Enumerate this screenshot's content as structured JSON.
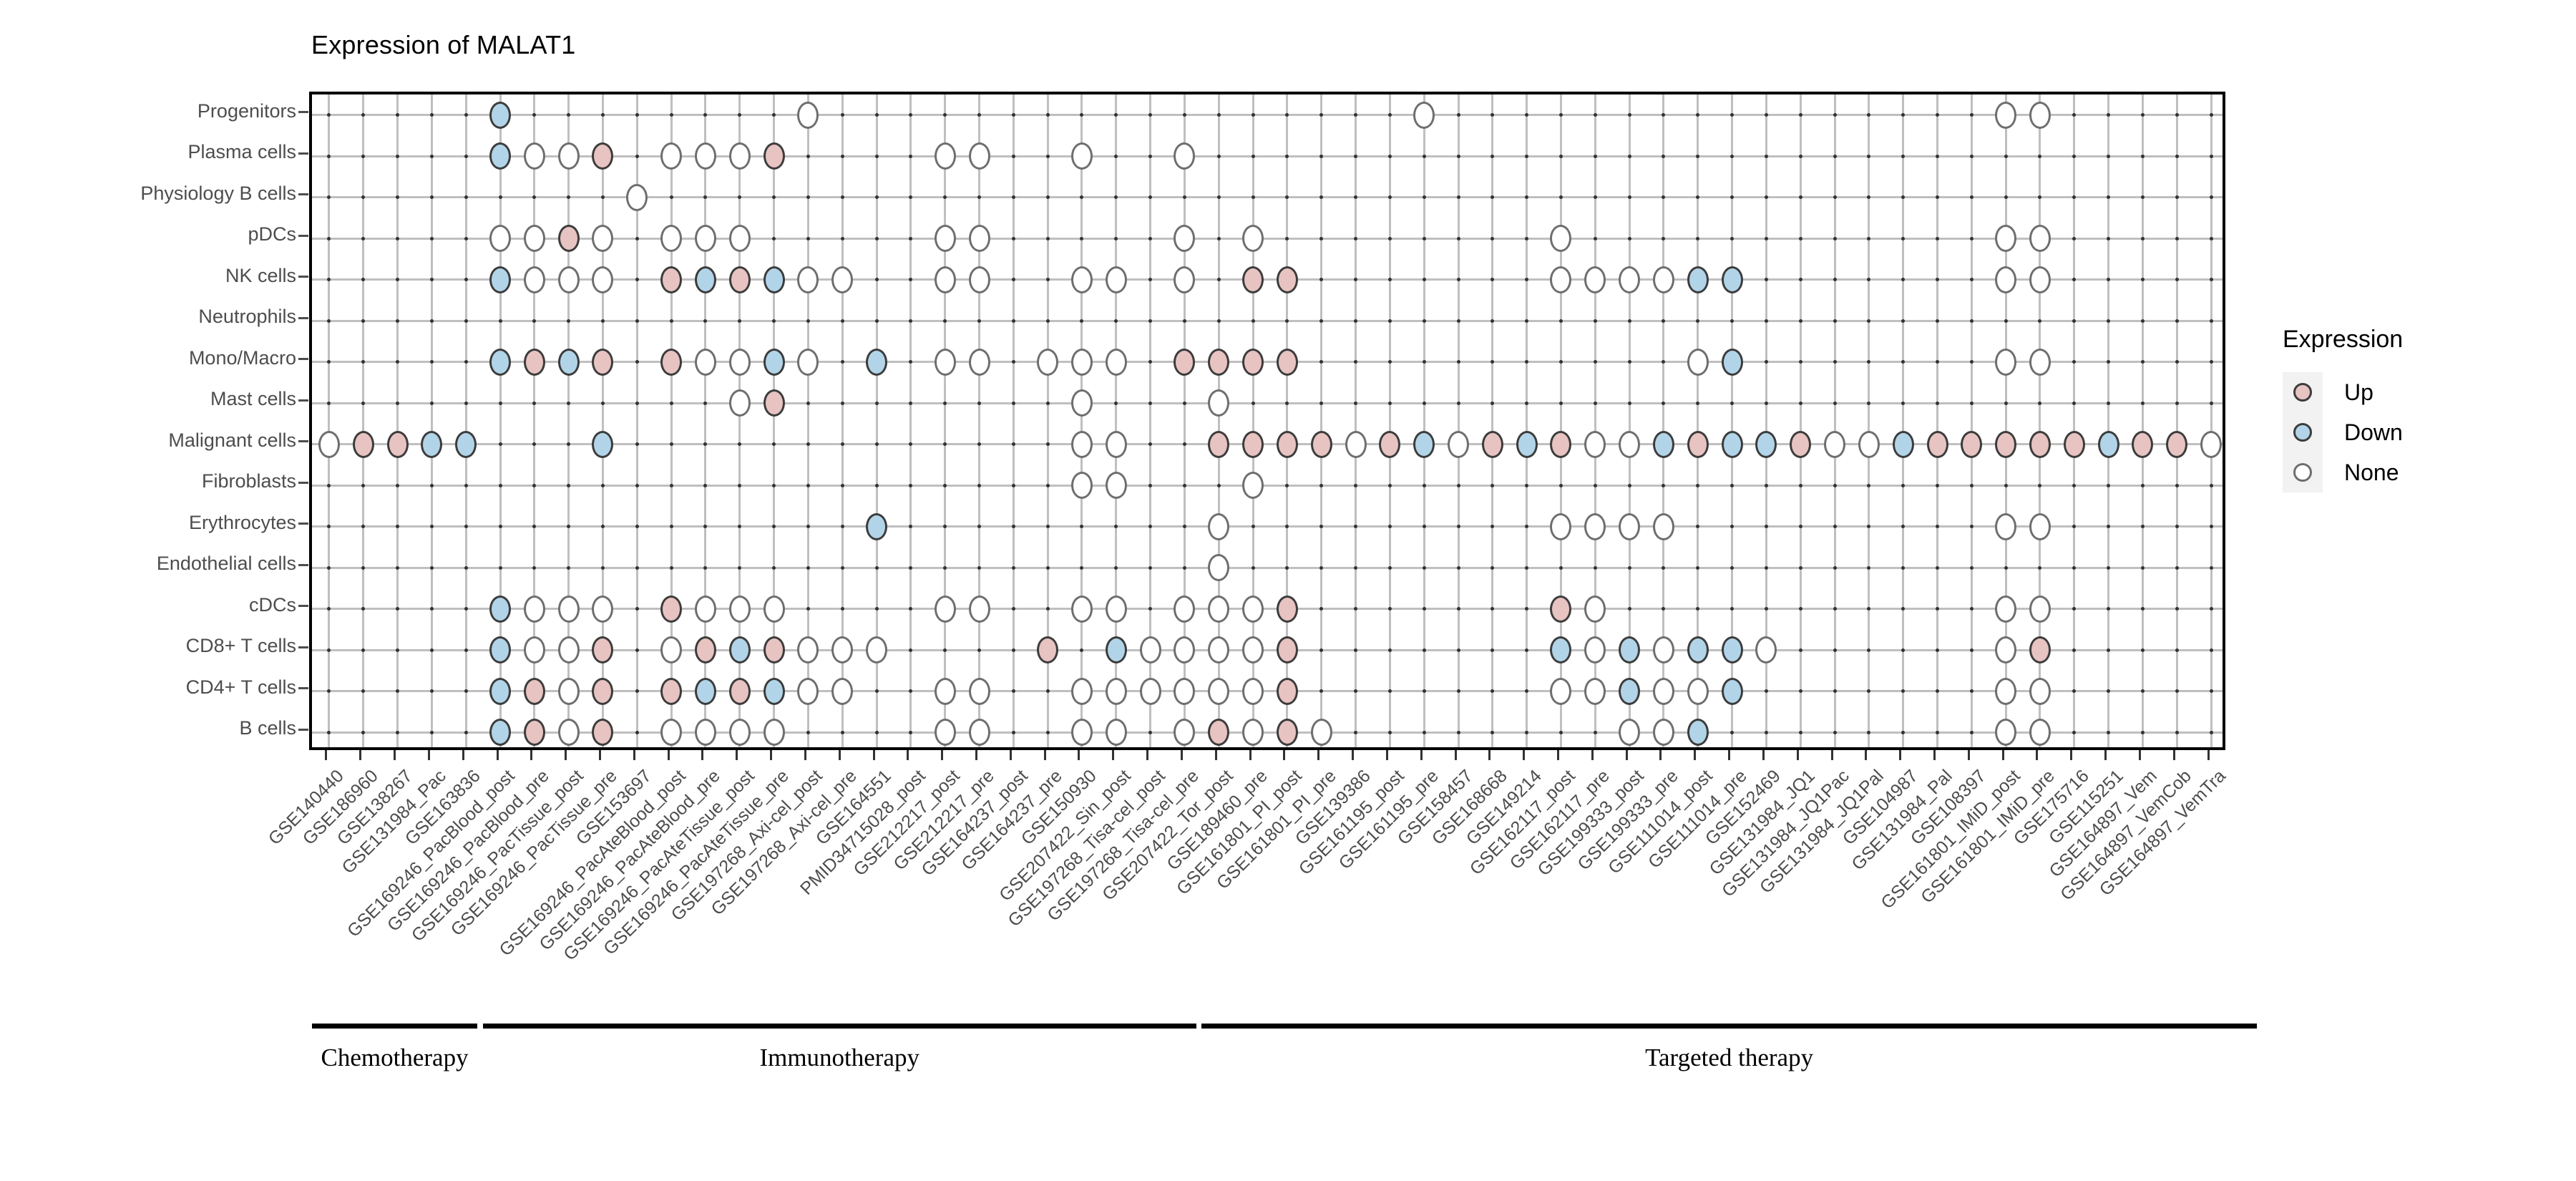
{
  "title": "Expression of MALAT1",
  "legend": {
    "title": "Expression",
    "items": [
      {
        "label": "Up",
        "color": "#e7c3c1",
        "key": "up"
      },
      {
        "label": "Down",
        "color": "#b2d4e8",
        "key": "down"
      },
      {
        "label": "None",
        "color": "#ffffff",
        "key": "none"
      }
    ]
  },
  "groups": [
    {
      "label": "Chemotherapy",
      "start": 0,
      "end": 4
    },
    {
      "label": "Immunotherapy",
      "start": 5,
      "end": 25
    },
    {
      "label": "Targeted therapy",
      "start": 26,
      "end": 56
    }
  ],
  "chart_data": {
    "type": "heatmap",
    "title": "Expression of MALAT1",
    "xlabel": "",
    "ylabel": "",
    "grid": true,
    "legend_position": "right",
    "value_labels": {
      "1": "Up",
      "-1": "Down",
      "0": "None"
    },
    "colors": {
      "Up": "#e7c3c1",
      "Down": "#b2d4e8",
      "None": "#ffffff"
    },
    "categories": [
      "GSE140440",
      "GSE186960",
      "GSE138267",
      "GSE131984_Pac",
      "GSE163836",
      "GSE169246_PacBlood_post",
      "GSE169246_PacBlood_pre",
      "GSE169246_PacTissue_post",
      "GSE169246_PacTissue_pre",
      "GSE153697",
      "GSE169246_PacAteBlood_post",
      "GSE169246_PacAteBlood_pre",
      "GSE169246_PacAteTissue_post",
      "GSE169246_PacAteTissue_pre",
      "GSE197268_Axi-cel_post",
      "GSE197268_Axi-cel_pre",
      "GSE164551",
      "PMID34715028_post",
      "GSE212217_post",
      "GSE212217_pre",
      "GSE164237_post",
      "GSE164237_pre",
      "GSE150930",
      "GSE207422_Sin_post",
      "GSE197268_Tisa-cel_post",
      "GSE197268_Tisa-cel_pre",
      "GSE207422_Tor_post",
      "GSE189460_pre",
      "GSE161801_PI_post",
      "GSE161801_PI_pre",
      "GSE139386",
      "GSE161195_post",
      "GSE161195_pre",
      "GSE158457",
      "GSE168668",
      "GSE149214",
      "GSE162117_post",
      "GSE162117_pre",
      "GSE199333_post",
      "GSE199333_pre",
      "GSE111014_post",
      "GSE111014_pre",
      "GSE152469",
      "GSE131984_JQ1",
      "GSE131984_JQ1Pac",
      "GSE131984_JQ1Pal",
      "GSE104987",
      "GSE131984_Pal",
      "GSE108397",
      "GSE161801_IMiD_post",
      "GSE161801_IMiD_pre",
      "GSE175716",
      "GSE115251",
      "GSE164897_Vem",
      "GSE164897_VemCob",
      "GSE164897_VemTra"
    ],
    "rows": [
      "Progenitors",
      "Plasma cells",
      "Physiology B cells",
      "pDCs",
      "NK cells",
      "Neutrophils",
      "Mono/Macro",
      "Mast cells",
      "Malignant cells",
      "Fibroblasts",
      "Erythrocytes",
      "Endothelial cells",
      "cDCs",
      "CD8+ T cells",
      "CD4+ T cells",
      "B cells"
    ],
    "series": [
      {
        "name": "Progenitors",
        "cells": {
          "5": "Down",
          "14": "None",
          "32": "None",
          "49": "None",
          "50": "None"
        }
      },
      {
        "name": "Plasma cells",
        "cells": {
          "5": "Down",
          "6": "None",
          "7": "None",
          "8": "Up",
          "10": "None",
          "11": "None",
          "12": "None",
          "13": "Up",
          "18": "None",
          "19": "None",
          "22": "None",
          "25": "None"
        }
      },
      {
        "name": "Physiology B cells",
        "cells": {
          "9": "None"
        }
      },
      {
        "name": "pDCs",
        "cells": {
          "5": "None",
          "6": "None",
          "7": "Up",
          "8": "None",
          "10": "None",
          "11": "None",
          "12": "None",
          "18": "None",
          "19": "None",
          "25": "None",
          "27": "None",
          "36": "None",
          "49": "None",
          "50": "None"
        }
      },
      {
        "name": "NK cells",
        "cells": {
          "5": "Down",
          "6": "None",
          "7": "None",
          "8": "None",
          "10": "Up",
          "11": "Down",
          "12": "Up",
          "13": "Down",
          "14": "None",
          "15": "None",
          "18": "None",
          "19": "None",
          "22": "None",
          "23": "None",
          "25": "None",
          "27": "Up",
          "28": "Up",
          "36": "None",
          "37": "None",
          "38": "None",
          "39": "None",
          "40": "Down",
          "41": "Down",
          "49": "None",
          "50": "None"
        }
      },
      {
        "name": "Neutrophils",
        "cells": {}
      },
      {
        "name": "Mono/Macro",
        "cells": {
          "5": "Down",
          "6": "Up",
          "7": "Down",
          "8": "Up",
          "10": "Up",
          "11": "None",
          "12": "None",
          "13": "Down",
          "14": "None",
          "16": "Down",
          "18": "None",
          "19": "None",
          "21": "None",
          "22": "None",
          "23": "None",
          "25": "Up",
          "26": "Up",
          "27": "Up",
          "28": "Up",
          "40": "None",
          "41": "Down",
          "49": "None",
          "50": "None"
        }
      },
      {
        "name": "Mast cells",
        "cells": {
          "12": "None",
          "13": "Up",
          "22": "None",
          "26": "None"
        }
      },
      {
        "name": "Malignant cells",
        "cells": {
          "0": "None",
          "1": "Up",
          "2": "Up",
          "3": "Down",
          "4": "Down",
          "8": "Down",
          "22": "None",
          "23": "None",
          "26": "Up",
          "27": "Up",
          "28": "Up",
          "29": "Up",
          "30": "None",
          "31": "Up",
          "32": "Down",
          "33": "None",
          "34": "Up",
          "35": "Down",
          "36": "Up",
          "37": "None",
          "38": "None",
          "39": "Down",
          "40": "Up",
          "41": "Down",
          "42": "Down",
          "43": "Up",
          "44": "None",
          "45": "None",
          "46": "Down",
          "47": "Up",
          "48": "Up",
          "49": "Up",
          "50": "Up",
          "51": "Up",
          "52": "Down",
          "53": "Up",
          "54": "Up",
          "55": "None"
        }
      },
      {
        "name": "Fibroblasts",
        "cells": {
          "22": "None",
          "23": "None",
          "27": "None"
        }
      },
      {
        "name": "Erythrocytes",
        "cells": {
          "16": "Down",
          "26": "None",
          "36": "None",
          "37": "None",
          "38": "None",
          "39": "None",
          "49": "None",
          "50": "None"
        }
      },
      {
        "name": "Endothelial cells",
        "cells": {
          "26": "None"
        }
      },
      {
        "name": "cDCs",
        "cells": {
          "5": "Down",
          "6": "None",
          "7": "None",
          "8": "None",
          "10": "Up",
          "11": "None",
          "12": "None",
          "13": "None",
          "18": "None",
          "19": "None",
          "22": "None",
          "23": "None",
          "25": "None",
          "26": "None",
          "27": "None",
          "28": "Up",
          "36": "Up",
          "37": "None",
          "49": "None",
          "50": "None"
        }
      },
      {
        "name": "CD8+ T cells",
        "cells": {
          "5": "Down",
          "6": "None",
          "7": "None",
          "8": "Up",
          "10": "None",
          "11": "Up",
          "12": "Down",
          "13": "Up",
          "14": "None",
          "15": "None",
          "16": "None",
          "21": "Up",
          "23": "Down",
          "24": "None",
          "25": "None",
          "26": "None",
          "27": "None",
          "28": "Up",
          "36": "Down",
          "37": "None",
          "38": "Down",
          "39": "None",
          "40": "Down",
          "41": "Down",
          "42": "None",
          "49": "None",
          "50": "Up"
        }
      },
      {
        "name": "CD4+ T cells",
        "cells": {
          "5": "Down",
          "6": "Up",
          "7": "None",
          "8": "Up",
          "10": "Up",
          "11": "Down",
          "12": "Up",
          "13": "Down",
          "14": "None",
          "15": "None",
          "18": "None",
          "19": "None",
          "22": "None",
          "23": "None",
          "24": "None",
          "25": "None",
          "26": "None",
          "27": "None",
          "28": "Up",
          "36": "None",
          "37": "None",
          "38": "Down",
          "39": "None",
          "40": "None",
          "41": "Down",
          "49": "None",
          "50": "None"
        }
      },
      {
        "name": "B cells",
        "cells": {
          "5": "Down",
          "6": "Up",
          "7": "None",
          "8": "Up",
          "10": "None",
          "11": "None",
          "12": "None",
          "13": "None",
          "18": "None",
          "19": "None",
          "22": "None",
          "23": "None",
          "25": "None",
          "26": "Up",
          "27": "None",
          "28": "Up",
          "29": "None",
          "38": "None",
          "39": "None",
          "40": "Down",
          "49": "None",
          "50": "None"
        }
      }
    ]
  }
}
